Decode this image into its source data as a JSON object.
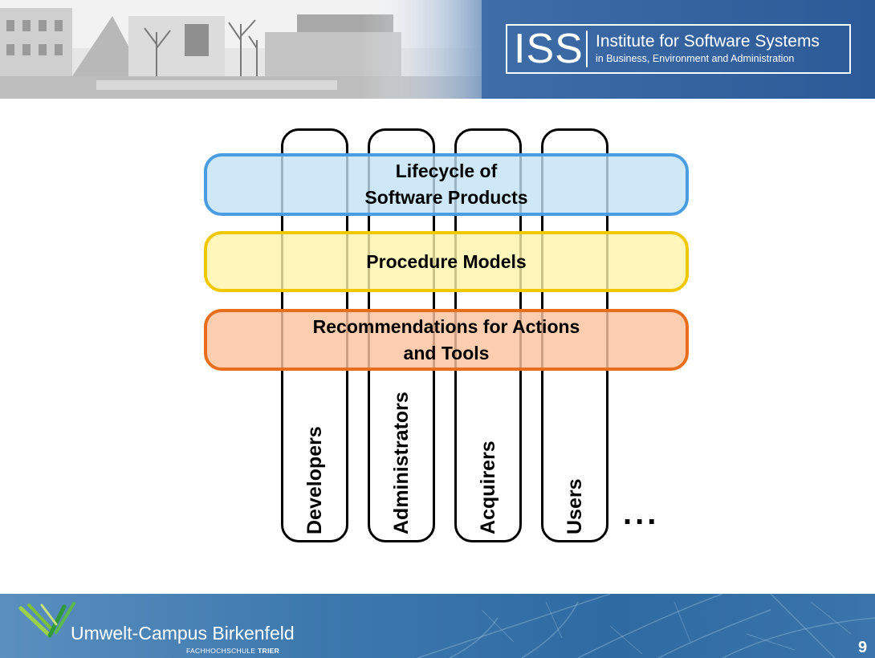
{
  "header": {
    "logo_acronym": "ISS",
    "institute_name": "Institute for Software Systems",
    "institute_subtitle": "in Business, Environment and Administration"
  },
  "diagram": {
    "bands": [
      {
        "line1": "Lifecycle of",
        "line2": "Software Products",
        "color": "#4a9de2"
      },
      {
        "line1": "Procedure Models",
        "line2": "",
        "color": "#f0c800"
      },
      {
        "line1": "Recommendations for Actions",
        "line2": "and Tools",
        "color": "#e86e1c"
      }
    ],
    "pillars": [
      "Developers",
      "Administrators",
      "Acquirers",
      "Users"
    ],
    "ellipsis": "..."
  },
  "footer": {
    "campus_name": "Umwelt-Campus Birkenfeld",
    "campus_sub_prefix": "FACHHOCHSCHULE",
    "campus_sub_emphasis": "TRIER",
    "page_number": "9",
    "brand_color": "#2f6aa2"
  }
}
